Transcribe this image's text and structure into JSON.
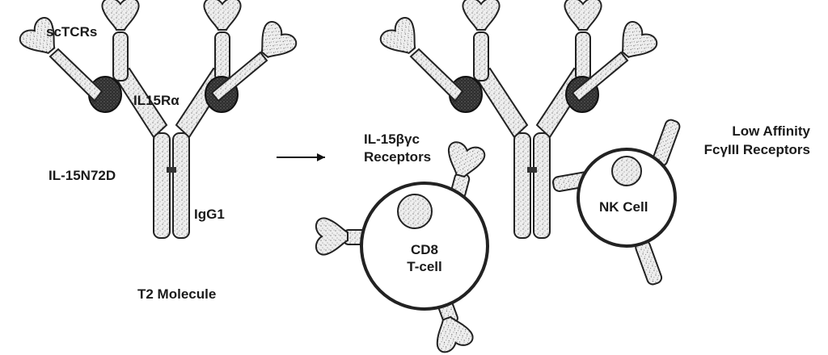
{
  "left_labels": {
    "sctcrs": "scTCRs",
    "il15ra": "IL15Rα",
    "il15n72d": "IL-15N72D",
    "igg1": "IgG1",
    "t2_molecule": "T2 Molecule"
  },
  "right_labels": {
    "il15_receptors_line1": "IL-15βγc",
    "il15_receptors_line2": "Receptors",
    "cd8_line1": "CD8",
    "cd8_line2": "T-cell",
    "nk_cell": "NK Cell",
    "fc_line1": "Low Affinity",
    "fc_line2": "FcγIII Receptors"
  },
  "colors": {
    "stipple_fill": "#e6e6e6",
    "outline": "#222222",
    "dark_domain": "#3a3a3a"
  },
  "icons": {
    "process_arrow": "right-arrow-icon",
    "tcr_domain": "tcr-head-icon",
    "il15_domain": "il15-domain-icon",
    "cell": "cell-circle-icon"
  }
}
